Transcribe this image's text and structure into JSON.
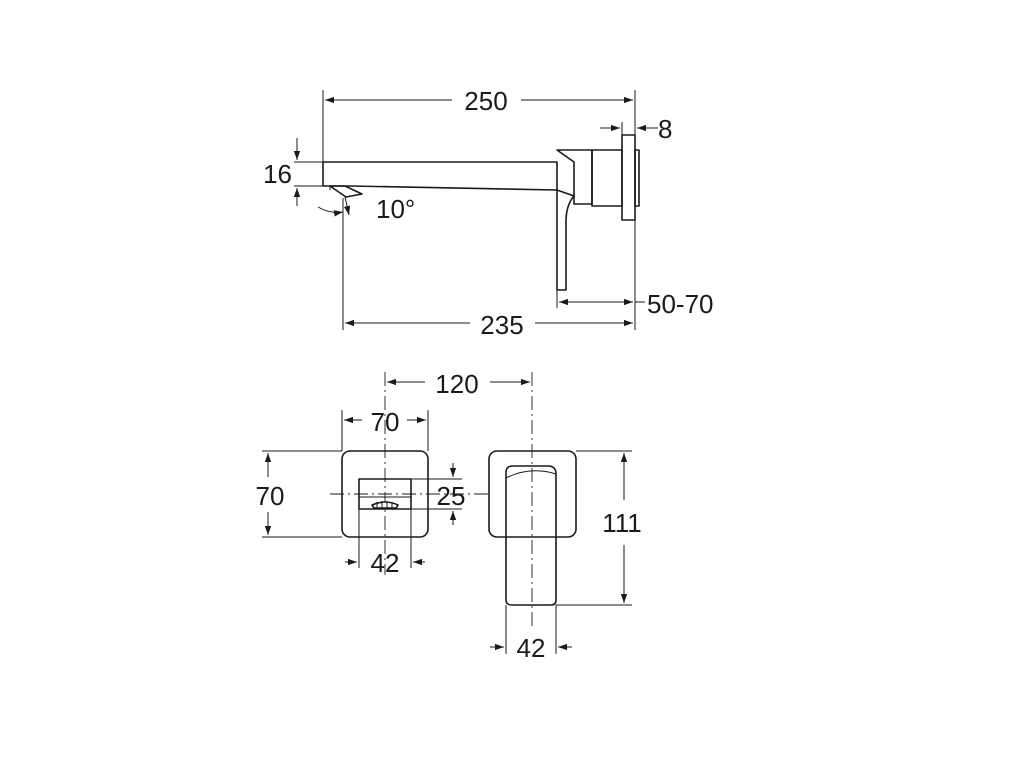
{
  "drawing": {
    "side_view": {
      "overall_length": "250",
      "flange_thickness": "8",
      "spout_height": "16",
      "spout_angle": "10°",
      "spout_reach": "235",
      "wall_range": "50-70"
    },
    "front_view": {
      "axis_spacing": "120",
      "plate_width": "70",
      "plate_height": "70",
      "outlet_height": "25",
      "outlet_width": "42",
      "handle_height": "111",
      "handle_width": "42"
    }
  },
  "colors": {
    "line": "#1a1a1a",
    "background": "#ffffff"
  }
}
